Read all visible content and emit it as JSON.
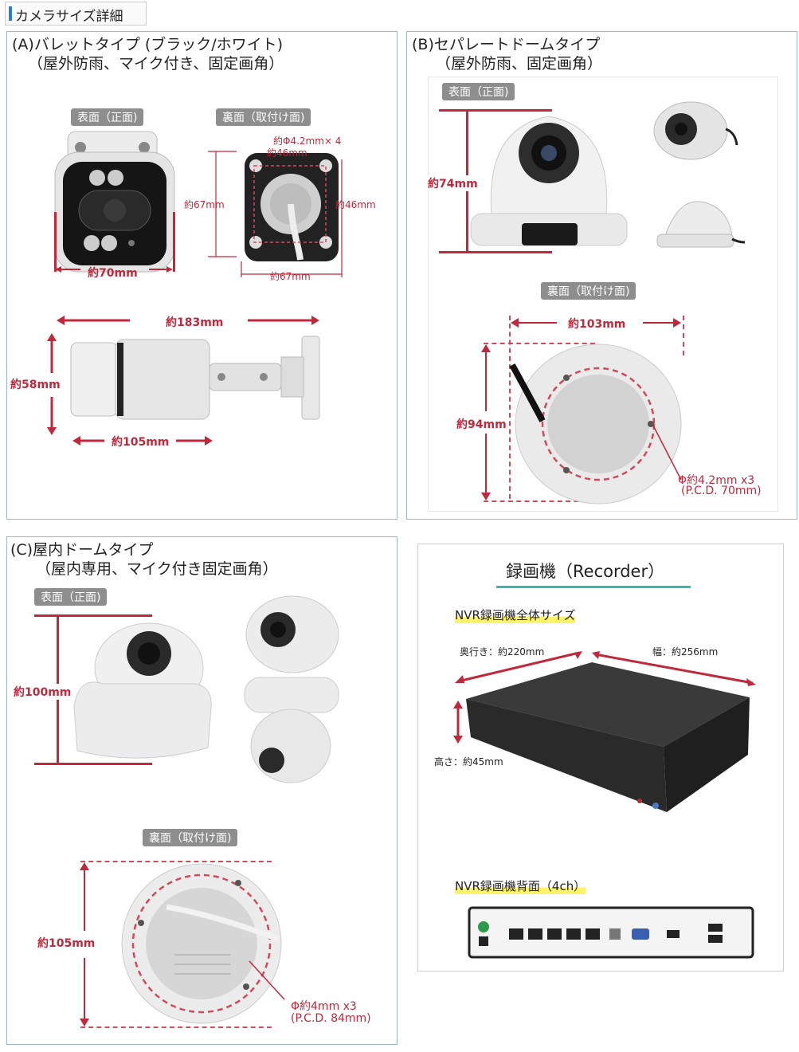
{
  "header": {
    "title": "カメラサイズ詳細"
  },
  "panel_a": {
    "title_line1": "(A)バレットタイプ (ブラック/ホワイト)",
    "title_line2": "（屋外防雨、マイク付き、固定画角）",
    "tag_front": "表面（正面)",
    "tag_back": "裏面（取付け面)",
    "dim_width_front": "約70mm",
    "dim_hole": "約Φ4.2mm× 4",
    "dim_46_top": "約46mm",
    "dim_67_left": "約67mm",
    "dim_46_right": "約46mm",
    "dim_67_bottom": "約67mm",
    "dim_length": "約183mm",
    "dim_height": "約58mm",
    "dim_body": "約105mm"
  },
  "panel_b": {
    "title_line1": "(B)セパレートドームタイプ",
    "title_line2": "（屋外防雨、固定画角）",
    "tag_front": "表面（正面)",
    "tag_back": "裏面（取付け面)",
    "dim_height": "約74mm",
    "dim_width": "約103mm",
    "dim_depth": "約94mm",
    "hole_line1": "Φ約4.2mm x3",
    "hole_line2": "(P.C.D. 70mm)"
  },
  "panel_c": {
    "title_line1": "(C)屋内ドームタイプ",
    "title_line2": "（屋内専用、マイク付き固定画角）",
    "tag_front": "表面（正面)",
    "tag_back": "裏面（取付け面)",
    "dim_height": "約100mm",
    "dim_base": "約105mm",
    "hole_line1": "Φ約4mm x3",
    "hole_line2": "(P.C.D. 84mm)"
  },
  "recorder": {
    "title": "録画機（Recorder）",
    "overall_label": "NVR録画機全体サイズ",
    "depth": "奥行き：約220mm",
    "width": "幅：約256mm",
    "height": "高さ：約45mm",
    "back_label": "NVR録画機背面（4ch）"
  }
}
